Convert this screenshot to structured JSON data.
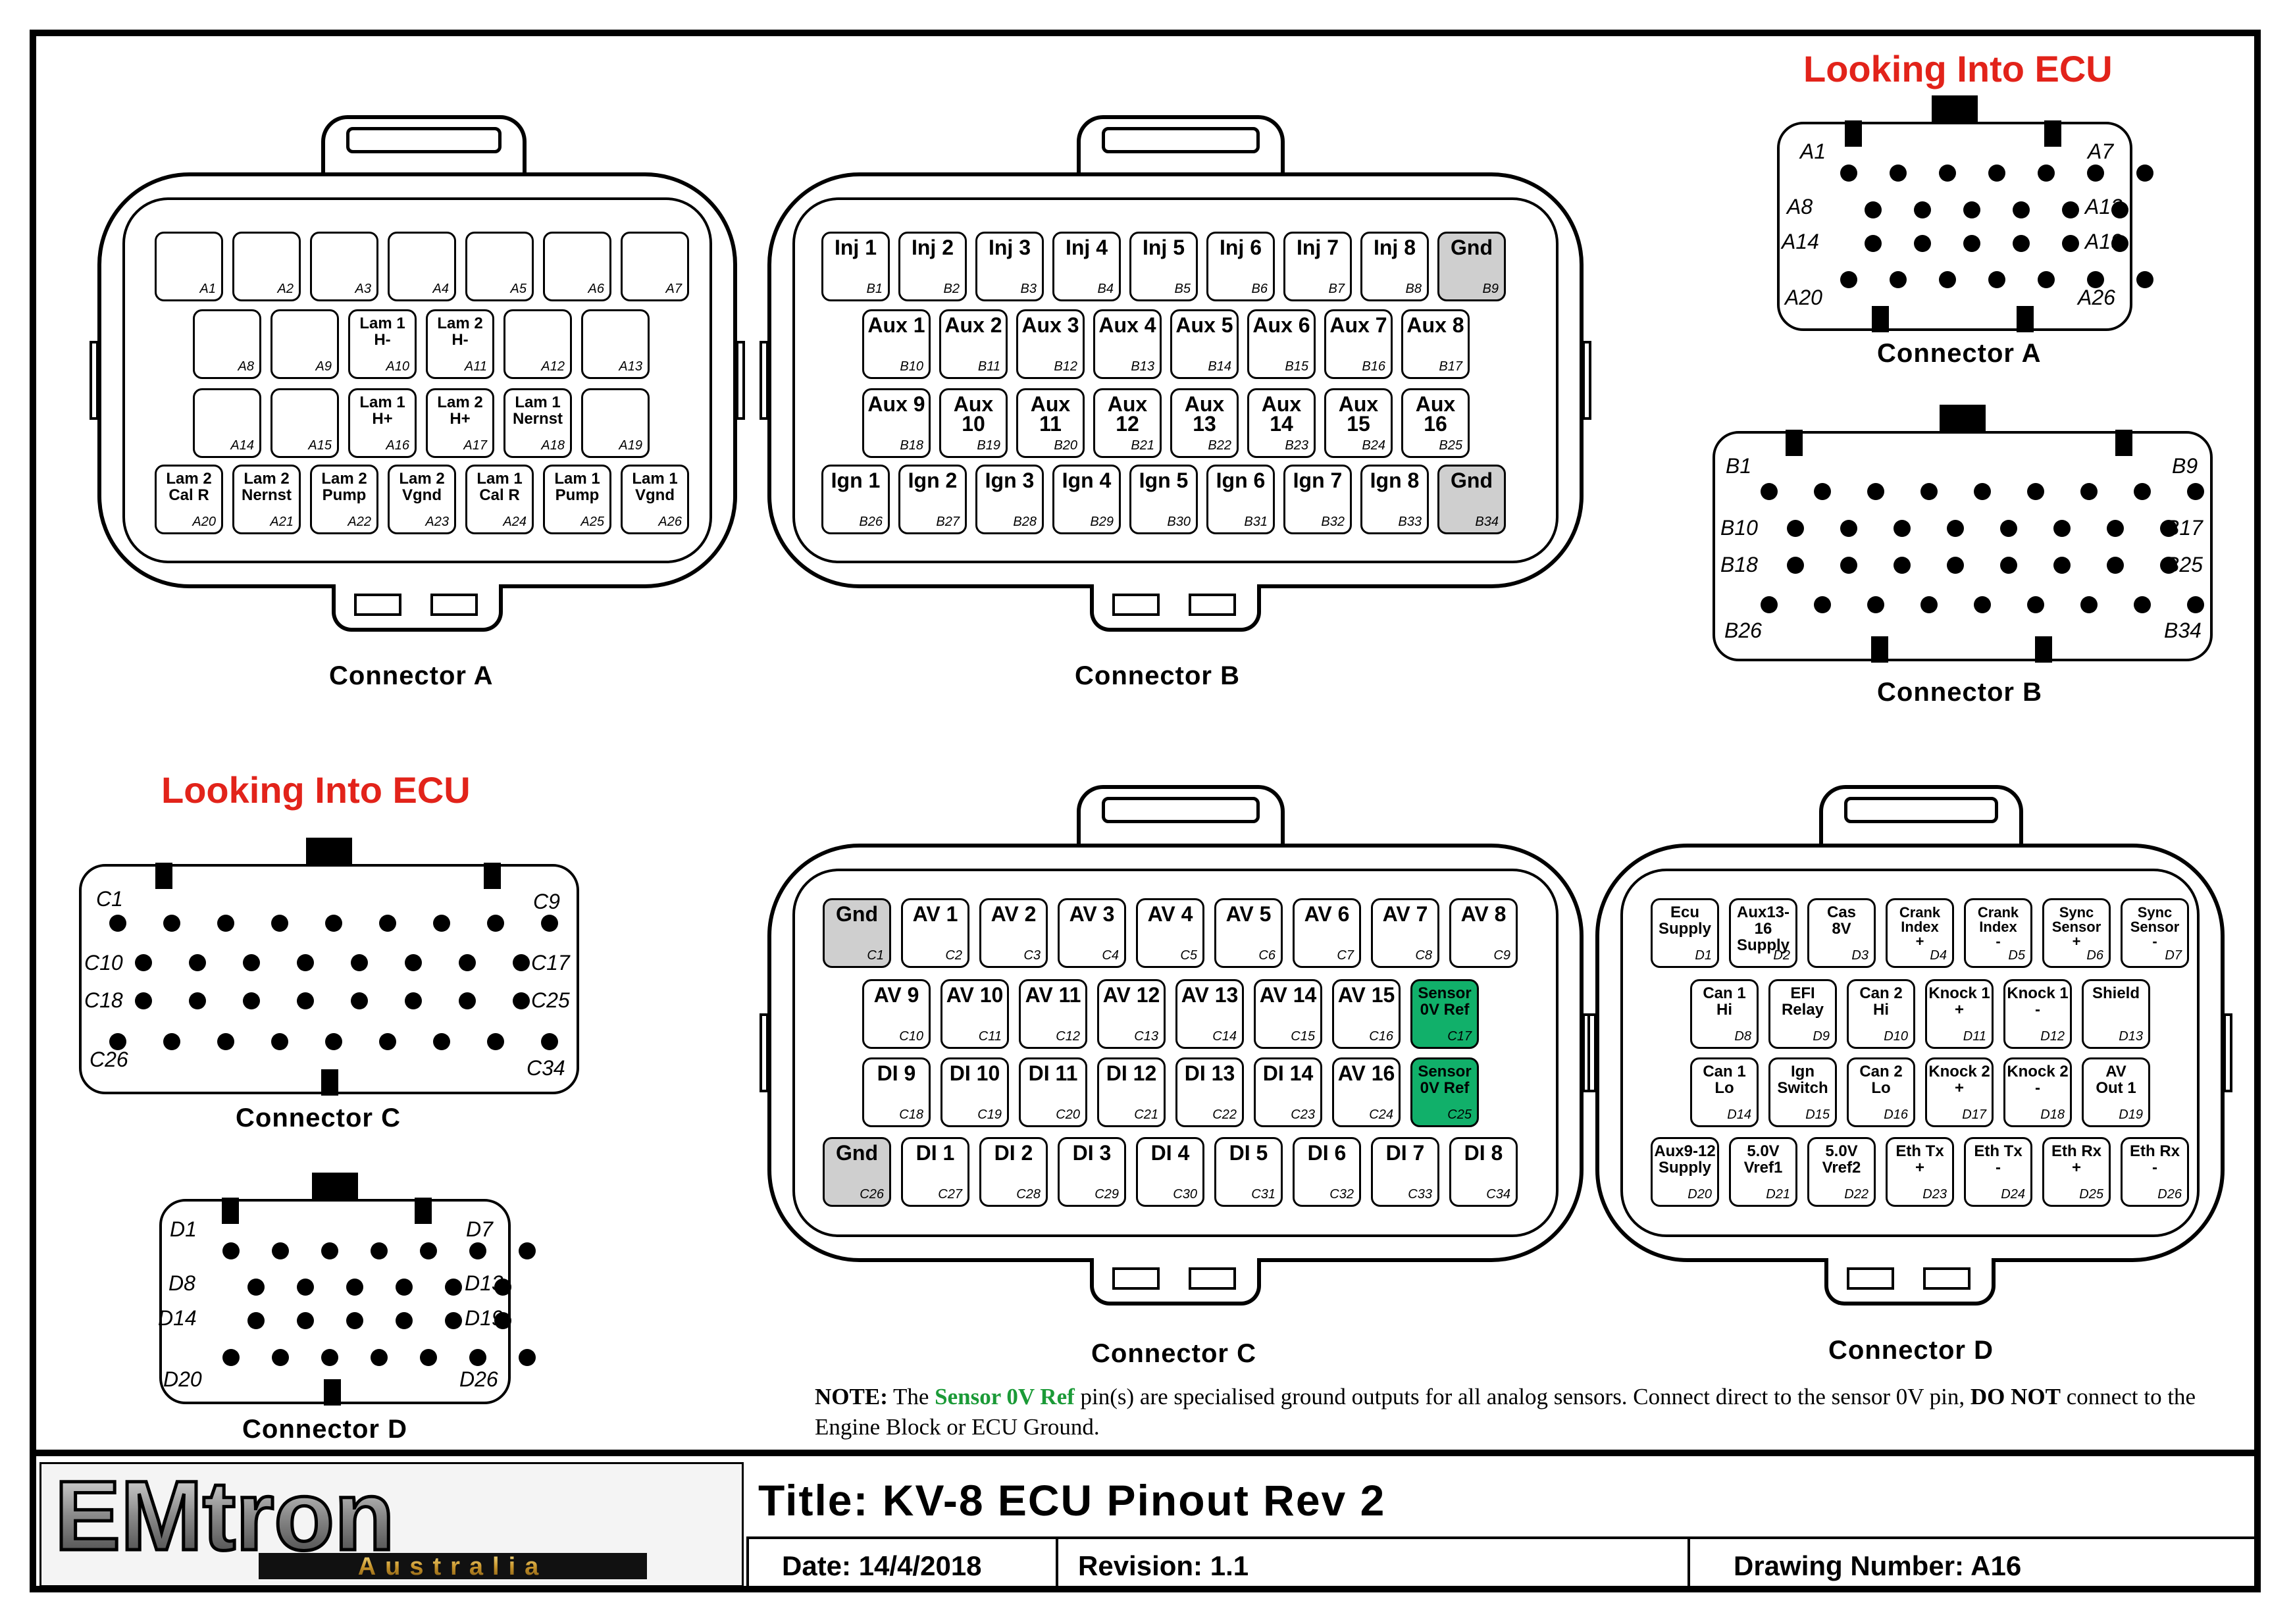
{
  "headings": {
    "looking_into_ecu": "Looking Into ECU"
  },
  "connector_a": {
    "label": "Connector A",
    "pins": [
      {
        "id": "A1",
        "name": ""
      },
      {
        "id": "A2",
        "name": ""
      },
      {
        "id": "A3",
        "name": ""
      },
      {
        "id": "A4",
        "name": ""
      },
      {
        "id": "A5",
        "name": ""
      },
      {
        "id": "A6",
        "name": ""
      },
      {
        "id": "A7",
        "name": ""
      },
      {
        "id": "A8",
        "name": ""
      },
      {
        "id": "A9",
        "name": ""
      },
      {
        "id": "A10",
        "name": "Lam 1\nH-"
      },
      {
        "id": "A11",
        "name": "Lam 2\nH-"
      },
      {
        "id": "A12",
        "name": ""
      },
      {
        "id": "A13",
        "name": ""
      },
      {
        "id": "A14",
        "name": ""
      },
      {
        "id": "A15",
        "name": ""
      },
      {
        "id": "A16",
        "name": "Lam 1\nH+"
      },
      {
        "id": "A17",
        "name": "Lam 2\nH+"
      },
      {
        "id": "A18",
        "name": "Lam 1\nNernst"
      },
      {
        "id": "A19",
        "name": ""
      },
      {
        "id": "A20",
        "name": "Lam 2\nCal R"
      },
      {
        "id": "A21",
        "name": "Lam 2\nNernst"
      },
      {
        "id": "A22",
        "name": "Lam 2\nPump"
      },
      {
        "id": "A23",
        "name": "Lam 2\nVgnd"
      },
      {
        "id": "A24",
        "name": "Lam 1\nCal R"
      },
      {
        "id": "A25",
        "name": "Lam 1\nPump"
      },
      {
        "id": "A26",
        "name": "Lam 1\nVgnd"
      }
    ]
  },
  "connector_b": {
    "label": "Connector B",
    "pins": [
      {
        "id": "B1",
        "name": "Inj 1"
      },
      {
        "id": "B2",
        "name": "Inj 2"
      },
      {
        "id": "B3",
        "name": "Inj 3"
      },
      {
        "id": "B4",
        "name": "Inj 4"
      },
      {
        "id": "B5",
        "name": "Inj 5"
      },
      {
        "id": "B6",
        "name": "Inj 6"
      },
      {
        "id": "B7",
        "name": "Inj 7"
      },
      {
        "id": "B8",
        "name": "Inj 8"
      },
      {
        "id": "B9",
        "name": "Gnd",
        "gray": true
      },
      {
        "id": "B10",
        "name": "Aux 1"
      },
      {
        "id": "B11",
        "name": "Aux 2"
      },
      {
        "id": "B12",
        "name": "Aux 3"
      },
      {
        "id": "B13",
        "name": "Aux 4"
      },
      {
        "id": "B14",
        "name": "Aux 5"
      },
      {
        "id": "B15",
        "name": "Aux 6"
      },
      {
        "id": "B16",
        "name": "Aux 7"
      },
      {
        "id": "B17",
        "name": "Aux 8"
      },
      {
        "id": "B18",
        "name": "Aux 9"
      },
      {
        "id": "B19",
        "name": "Aux 10"
      },
      {
        "id": "B20",
        "name": "Aux 11"
      },
      {
        "id": "B21",
        "name": "Aux 12"
      },
      {
        "id": "B22",
        "name": "Aux 13"
      },
      {
        "id": "B23",
        "name": "Aux 14"
      },
      {
        "id": "B24",
        "name": "Aux 15"
      },
      {
        "id": "B25",
        "name": "Aux 16"
      },
      {
        "id": "B26",
        "name": "Ign 1"
      },
      {
        "id": "B27",
        "name": "Ign 2"
      },
      {
        "id": "B28",
        "name": "Ign 3"
      },
      {
        "id": "B29",
        "name": "Ign 4"
      },
      {
        "id": "B30",
        "name": "Ign 5"
      },
      {
        "id": "B31",
        "name": "Ign 6"
      },
      {
        "id": "B32",
        "name": "Ign 7"
      },
      {
        "id": "B33",
        "name": "Ign 8"
      },
      {
        "id": "B34",
        "name": "Gnd",
        "gray": true
      }
    ]
  },
  "connector_c": {
    "label": "Connector C",
    "pins": [
      {
        "id": "C1",
        "name": "Gnd",
        "gray": true
      },
      {
        "id": "C2",
        "name": "AV 1"
      },
      {
        "id": "C3",
        "name": "AV 2"
      },
      {
        "id": "C4",
        "name": "AV 3"
      },
      {
        "id": "C5",
        "name": "AV 4"
      },
      {
        "id": "C6",
        "name": "AV 5"
      },
      {
        "id": "C7",
        "name": "AV 6"
      },
      {
        "id": "C8",
        "name": "AV 7"
      },
      {
        "id": "C9",
        "name": "AV 8"
      },
      {
        "id": "C10",
        "name": "AV 9"
      },
      {
        "id": "C11",
        "name": "AV 10"
      },
      {
        "id": "C12",
        "name": "AV 11"
      },
      {
        "id": "C13",
        "name": "AV 12"
      },
      {
        "id": "C14",
        "name": "AV 13"
      },
      {
        "id": "C15",
        "name": "AV 14"
      },
      {
        "id": "C16",
        "name": "AV 15"
      },
      {
        "id": "C17",
        "name": "Sensor\n0V Ref",
        "green": true
      },
      {
        "id": "C18",
        "name": "DI 9"
      },
      {
        "id": "C19",
        "name": "DI 10"
      },
      {
        "id": "C20",
        "name": "DI 11"
      },
      {
        "id": "C21",
        "name": "DI 12"
      },
      {
        "id": "C22",
        "name": "DI 13"
      },
      {
        "id": "C23",
        "name": "DI 14"
      },
      {
        "id": "C24",
        "name": "AV 16"
      },
      {
        "id": "C25",
        "name": "Sensor\n0V Ref",
        "green": true
      },
      {
        "id": "C26",
        "name": "Gnd",
        "gray": true
      },
      {
        "id": "C27",
        "name": "DI 1"
      },
      {
        "id": "C28",
        "name": "DI 2"
      },
      {
        "id": "C29",
        "name": "DI 3"
      },
      {
        "id": "C30",
        "name": "DI 4"
      },
      {
        "id": "C31",
        "name": "DI 5"
      },
      {
        "id": "C32",
        "name": "DI 6"
      },
      {
        "id": "C33",
        "name": "DI 7"
      },
      {
        "id": "C34",
        "name": "DI 8"
      }
    ]
  },
  "connector_d": {
    "label": "Connector D",
    "pins": [
      {
        "id": "D1",
        "name": "Ecu\nSupply"
      },
      {
        "id": "D2",
        "name": "Aux13-16\nSupply"
      },
      {
        "id": "D3",
        "name": "Cas\n8V"
      },
      {
        "id": "D4",
        "name": "Crank\nIndex\n+"
      },
      {
        "id": "D5",
        "name": "Crank\nIndex\n-"
      },
      {
        "id": "D6",
        "name": "Sync\nSensor\n+"
      },
      {
        "id": "D7",
        "name": "Sync\nSensor\n-"
      },
      {
        "id": "D8",
        "name": "Can 1\nHi"
      },
      {
        "id": "D9",
        "name": "EFI\nRelay"
      },
      {
        "id": "D10",
        "name": "Can 2\nHi"
      },
      {
        "id": "D11",
        "name": "Knock 1\n+"
      },
      {
        "id": "D12",
        "name": "Knock 1\n-"
      },
      {
        "id": "D13",
        "name": "Shield"
      },
      {
        "id": "D14",
        "name": "Can 1\nLo"
      },
      {
        "id": "D15",
        "name": "Ign\nSwitch"
      },
      {
        "id": "D16",
        "name": "Can 2\nLo"
      },
      {
        "id": "D17",
        "name": "Knock 2\n+"
      },
      {
        "id": "D18",
        "name": "Knock 2\n-"
      },
      {
        "id": "D19",
        "name": "AV\nOut 1"
      },
      {
        "id": "D20",
        "name": "Aux9-12\nSupply"
      },
      {
        "id": "D21",
        "name": "5.0V\nVref1"
      },
      {
        "id": "D22",
        "name": "5.0V\nVref2"
      },
      {
        "id": "D23",
        "name": "Eth Tx\n+"
      },
      {
        "id": "D24",
        "name": "Eth Tx\n-"
      },
      {
        "id": "D25",
        "name": "Eth Rx\n+"
      },
      {
        "id": "D26",
        "name": "Eth Rx\n-"
      }
    ]
  },
  "face_a": {
    "label": "Connector A",
    "corner_labels": [
      "A1",
      "A7",
      "A8",
      "A13",
      "A14",
      "A19",
      "A20",
      "A26"
    ]
  },
  "face_b": {
    "label": "Connector B",
    "corner_labels": [
      "B1",
      "B9",
      "B10",
      "B17",
      "B18",
      "B25",
      "B26",
      "B34"
    ]
  },
  "face_c": {
    "label": "Connector C",
    "corner_labels": [
      "C1",
      "C9",
      "C10",
      "C17",
      "C18",
      "C25",
      "C26",
      "C34"
    ]
  },
  "face_d": {
    "label": "Connector D",
    "corner_labels": [
      "D1",
      "D7",
      "D8",
      "D13",
      "D14",
      "D19",
      "D20",
      "D26"
    ]
  },
  "note": {
    "prefix": "NOTE:",
    "text1": "The",
    "highlight": "Sensor 0V Ref",
    "text2": "pin(s) are specialised ground outputs for all analog sensors.  Connect direct to the sensor 0V pin,",
    "emphasis": "DO NOT",
    "text3": "connect to the Engine Block or ECU Ground."
  },
  "title_block": {
    "logo_main": "EMtron",
    "logo_sub": "Australia",
    "title": "Title: KV-8 ECU Pinout Rev 2",
    "date": "Date:  14/4/2018",
    "revision": "Revision: 1.1",
    "drawing_number": "Drawing Number: A16"
  },
  "colors": {
    "accent_red": "#e2231a",
    "sensor_green": "#11b06a",
    "gnd_gray": "#cfcfcf",
    "note_green": "#1b9a37"
  }
}
